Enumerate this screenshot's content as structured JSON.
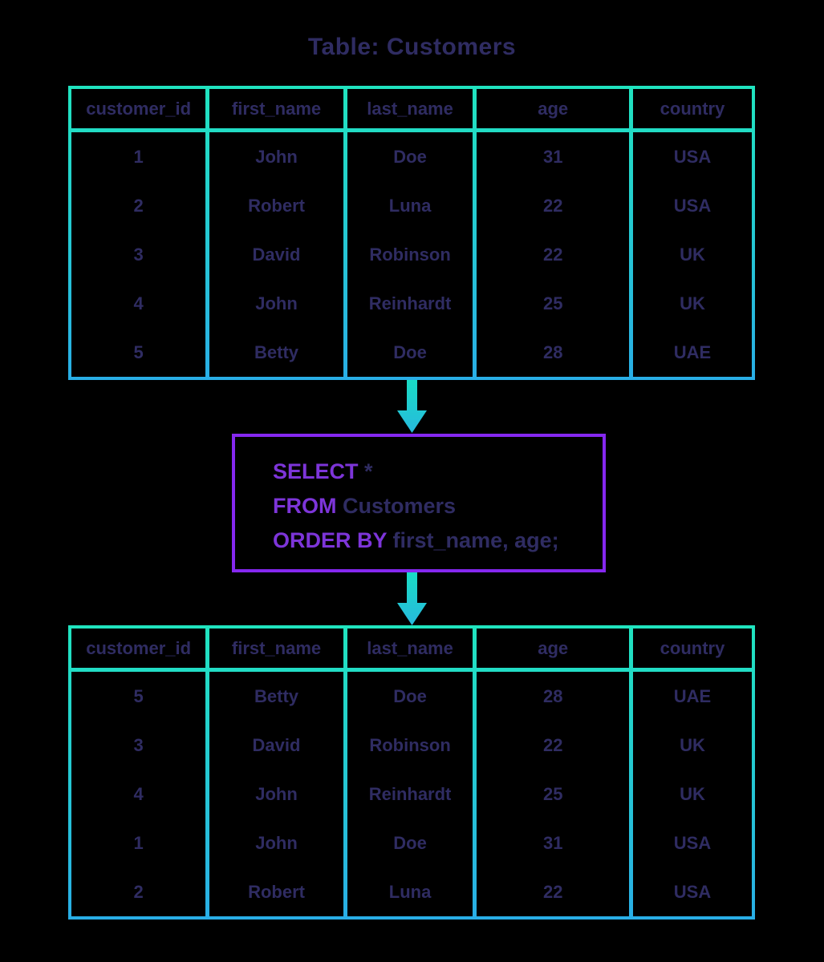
{
  "title": "Table: Customers",
  "colors": {
    "background": "#000000",
    "text_navy": "#2f2c62",
    "table_border_top": "#20e4bf",
    "table_border_bottom": "#29aee6",
    "arrow_teal": "#19dcc4",
    "sql_box_border": "#8528f0",
    "sql_keyword": "#7d35d9"
  },
  "tables": {
    "source": {
      "columns": [
        "customer_id",
        "first_name",
        "last_name",
        "age",
        "country"
      ],
      "rows": [
        [
          "1",
          "John",
          "Doe",
          "31",
          "USA"
        ],
        [
          "2",
          "Robert",
          "Luna",
          "22",
          "USA"
        ],
        [
          "3",
          "David",
          "Robinson",
          "22",
          "UK"
        ],
        [
          "4",
          "John",
          "Reinhardt",
          "25",
          "UK"
        ],
        [
          "5",
          "Betty",
          "Doe",
          "28",
          "UAE"
        ]
      ]
    },
    "result": {
      "columns": [
        "customer_id",
        "first_name",
        "last_name",
        "age",
        "country"
      ],
      "rows": [
        [
          "5",
          "Betty",
          "Doe",
          "28",
          "UAE"
        ],
        [
          "3",
          "David",
          "Robinson",
          "22",
          "UK"
        ],
        [
          "4",
          "John",
          "Reinhardt",
          "25",
          "UK"
        ],
        [
          "1",
          "John",
          "Doe",
          "31",
          "USA"
        ],
        [
          "2",
          "Robert",
          "Luna",
          "22",
          "USA"
        ]
      ]
    }
  },
  "sql": {
    "lines": [
      {
        "keyword": "SELECT",
        "rest": " *"
      },
      {
        "keyword": "FROM",
        "rest": " Customers"
      },
      {
        "keyword": "ORDER BY",
        "rest": " first_name, age;"
      }
    ]
  },
  "icons": {
    "down_arrow": "down-arrow"
  }
}
